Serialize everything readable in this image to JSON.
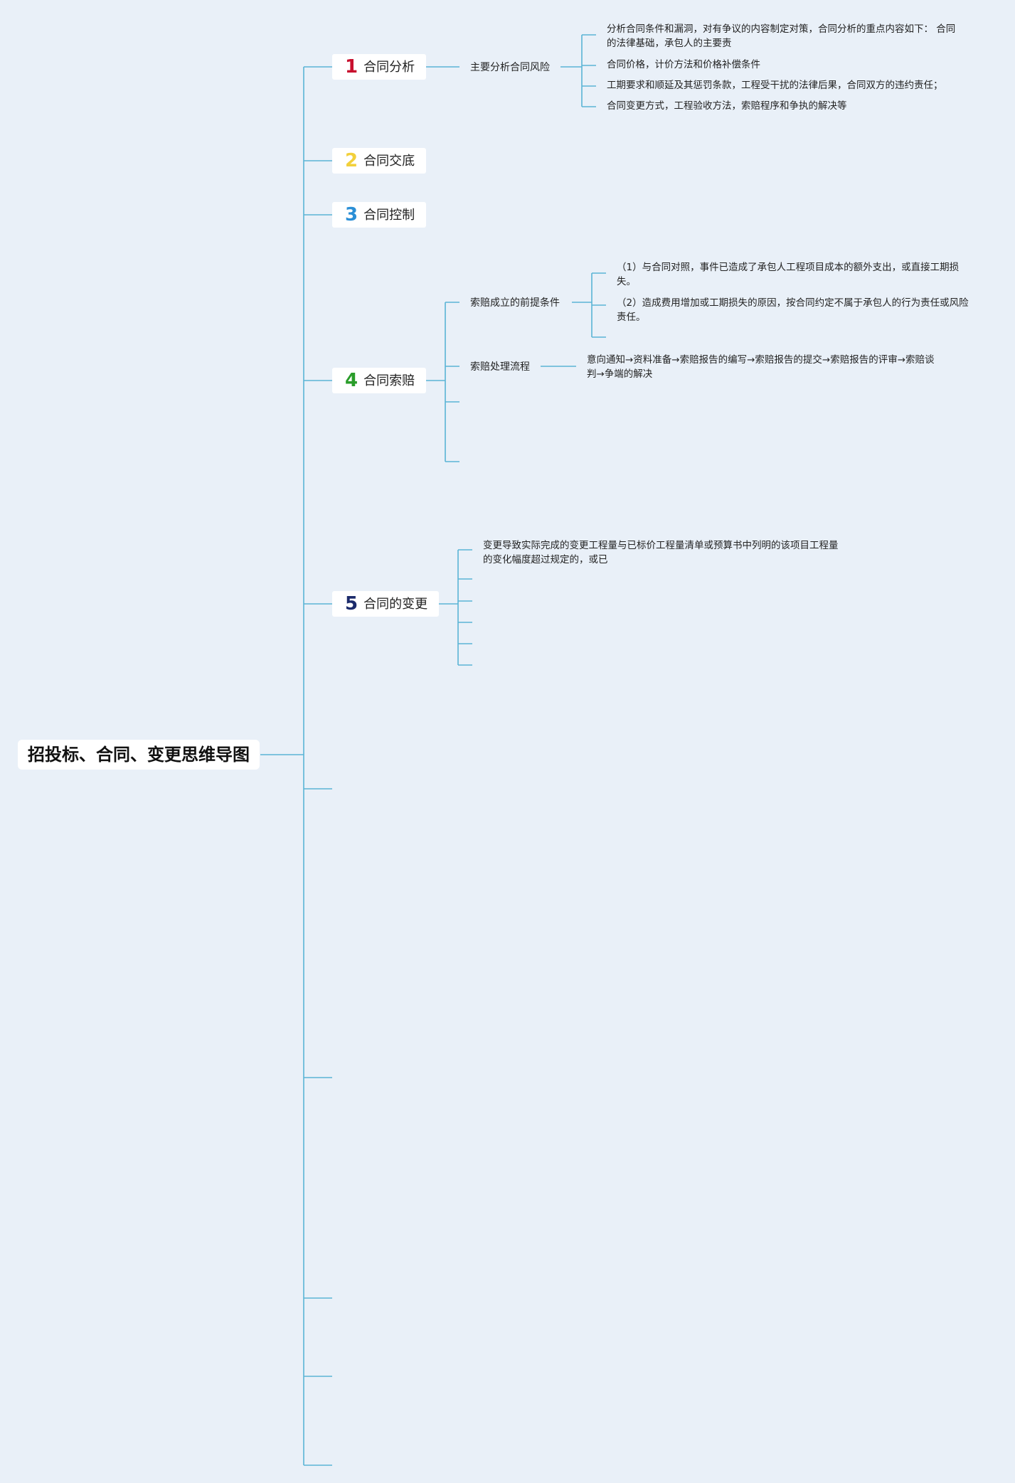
{
  "root": {
    "title": "招投标、合同、变更思维导图"
  },
  "topics": [
    {
      "num": "1",
      "color": "#c8102e",
      "label": "合同分析"
    },
    {
      "num": "2",
      "color": "#f2d03b",
      "label": "合同交底"
    },
    {
      "num": "3",
      "color": "#2b8fd6",
      "label": "合同控制"
    },
    {
      "num": "4",
      "color": "#2a9d2a",
      "label": "合同索赔"
    },
    {
      "num": "5",
      "color": "#1b2a6b",
      "label": "合同的变更"
    }
  ],
  "contract_analysis": {
    "sub": "主要分析合同风险",
    "leaves": [
      "分析合同条件和漏洞，对有争议的内容制定对策，合同分析的重点内容如下： 合同的法律基础，承包人的主要责",
      "合同价格，计价方法和价格补偿条件",
      "工期要求和顺延及其惩罚条款，工程受干扰的法律后果，合同双方的违约责任；",
      "合同变更方式，工程验收方法，索赔程序和争执的解决等"
    ]
  },
  "claims": {
    "sub1": "索赔成立的前提条件",
    "sub1_leaves": [
      "（1）与合同对照，事件已造成了承包人工程项目成本的额外支出，或直接工期损失。",
      "（2）造成费用增加或工期损失的原因，按合同约定不属于承包人的行为责任或风险责任。"
    ],
    "sub2": "索赔处理流程",
    "sub2_leaf": "意向通知→资料准备→索赔报告的编写→索赔报告的提交→索赔报告的评审→索赔谈判→争端的解决"
  },
  "change": {
    "leaf1": "变更导致实际完成的变更工程量与已标价工程量清单或预算书中列明的该项目工程量的变化幅度超过规定的，或已"
  },
  "colors": {
    "background": "#e9f0f8",
    "connector": "#5ab4d6",
    "node_bg": "#ffffff"
  }
}
